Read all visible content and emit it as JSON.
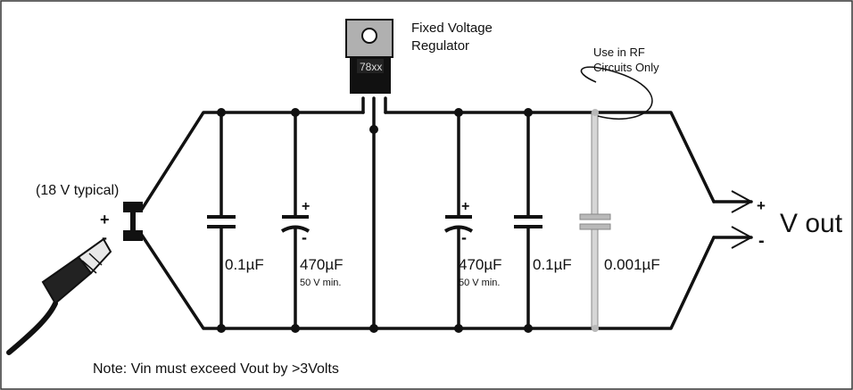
{
  "title": "",
  "regulator": {
    "label_line1": "Fixed Voltage",
    "label_line2": "Regulator",
    "part": "78xx"
  },
  "rf_note": {
    "line1": "Use in RF",
    "line2": "Circuits Only"
  },
  "input": {
    "voltage": "(18 V typical)",
    "plus": "+",
    "minus": "-"
  },
  "output": {
    "label": "V out",
    "plus": "+",
    "minus": "-"
  },
  "capacitors": [
    {
      "value": "0.1µF",
      "rating": ""
    },
    {
      "value": "470µF",
      "rating": "50 V min.",
      "plus": "+",
      "minus": "-"
    },
    {
      "value": "470µF",
      "rating": "50 V min.",
      "plus": "+",
      "minus": "-"
    },
    {
      "value": "0.1µF",
      "rating": ""
    },
    {
      "value": "0.001µF",
      "rating": ""
    }
  ],
  "note": "Note: Vin must exceed Vout by >3Volts",
  "colors": {
    "wire": "#111111",
    "rf_cap": "#b9b9b9",
    "regulator_body": "#111111",
    "tab": "#b0b0b0"
  }
}
